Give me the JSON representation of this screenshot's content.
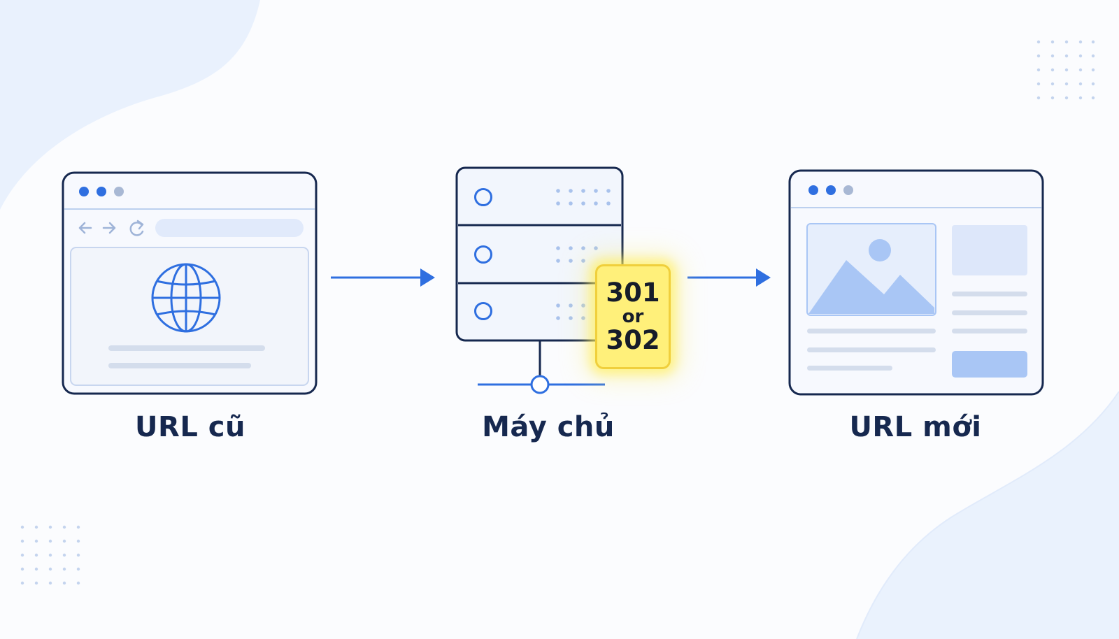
{
  "nodes": [
    {
      "id": "old-url",
      "label": "URL cũ"
    },
    {
      "id": "server",
      "label": "Máy chủ"
    },
    {
      "id": "new-url",
      "label": "URL mới"
    }
  ],
  "redirect_badge": {
    "line1": "301",
    "line2": "or",
    "line3": "302"
  },
  "colors": {
    "accent": "#2f6fe0",
    "outline": "#16284f",
    "badge_fill": "#fff07a",
    "badge_border": "#f0cf3c",
    "light_blue": "#a9c6f5",
    "background_blob": "#e9f1fd"
  }
}
